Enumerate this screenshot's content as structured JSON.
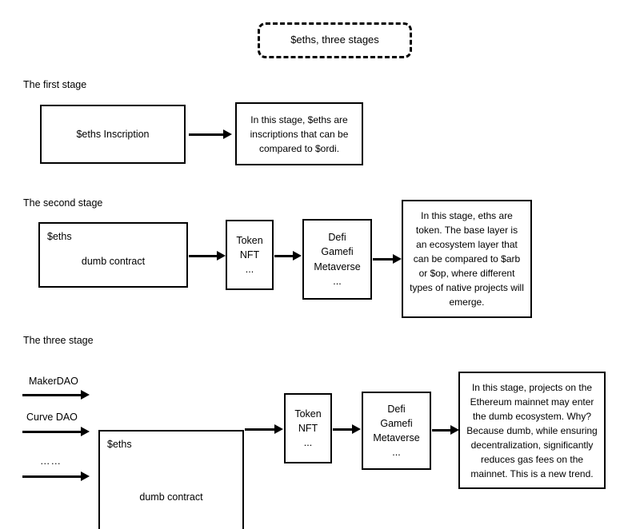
{
  "diagram": {
    "title_box": {
      "label": "$eths, three stages"
    },
    "stages": [
      {
        "heading": "The first stage",
        "nodes": [
          {
            "name": "eths-inscription",
            "label": "$eths  Inscription"
          },
          {
            "name": "first-stage-note",
            "label": "In this stage, $eths are inscriptions that can be compared to $ordi."
          }
        ]
      },
      {
        "heading": "The second stage",
        "nodes": [
          {
            "name": "eths-dumb-contract",
            "corner_label": "$eths",
            "center_label": "dumb contract"
          },
          {
            "name": "token-nft",
            "lines": [
              "Token",
              "NFT",
              "..."
            ]
          },
          {
            "name": "defi-gamefi-metaverse",
            "lines": [
              "Defi",
              "Gamefi",
              "Metaverse",
              "..."
            ]
          },
          {
            "name": "second-stage-note",
            "label": "In this stage, eths are token. The base layer is an ecosystem layer that can be compared to $arb or $op, where different types of native projects will emerge."
          }
        ]
      },
      {
        "heading": "The three stage",
        "inputs": [
          {
            "name": "makerdao",
            "label": "MakerDAO"
          },
          {
            "name": "curve-dao",
            "label": "Curve DAO"
          },
          {
            "name": "more-inputs",
            "label": "……"
          }
        ],
        "nodes": [
          {
            "name": "eths-dumb-contract",
            "corner_label": "$eths",
            "center_label": "dumb contract"
          },
          {
            "name": "token-nft",
            "lines": [
              "Token",
              "NFT",
              "..."
            ]
          },
          {
            "name": "defi-gamefi-metaverse",
            "lines": [
              "Defi",
              "Gamefi",
              "Metaverse",
              "..."
            ]
          },
          {
            "name": "third-stage-note",
            "label": "In this stage, projects on the Ethereum mainnet may enter the dumb ecosystem. Why? Because dumb, while ensuring decentralization, significantly reduces gas fees on the mainnet. This is a new trend."
          }
        ]
      }
    ],
    "colors": {
      "stroke": "#000000",
      "background": "#ffffff"
    }
  }
}
